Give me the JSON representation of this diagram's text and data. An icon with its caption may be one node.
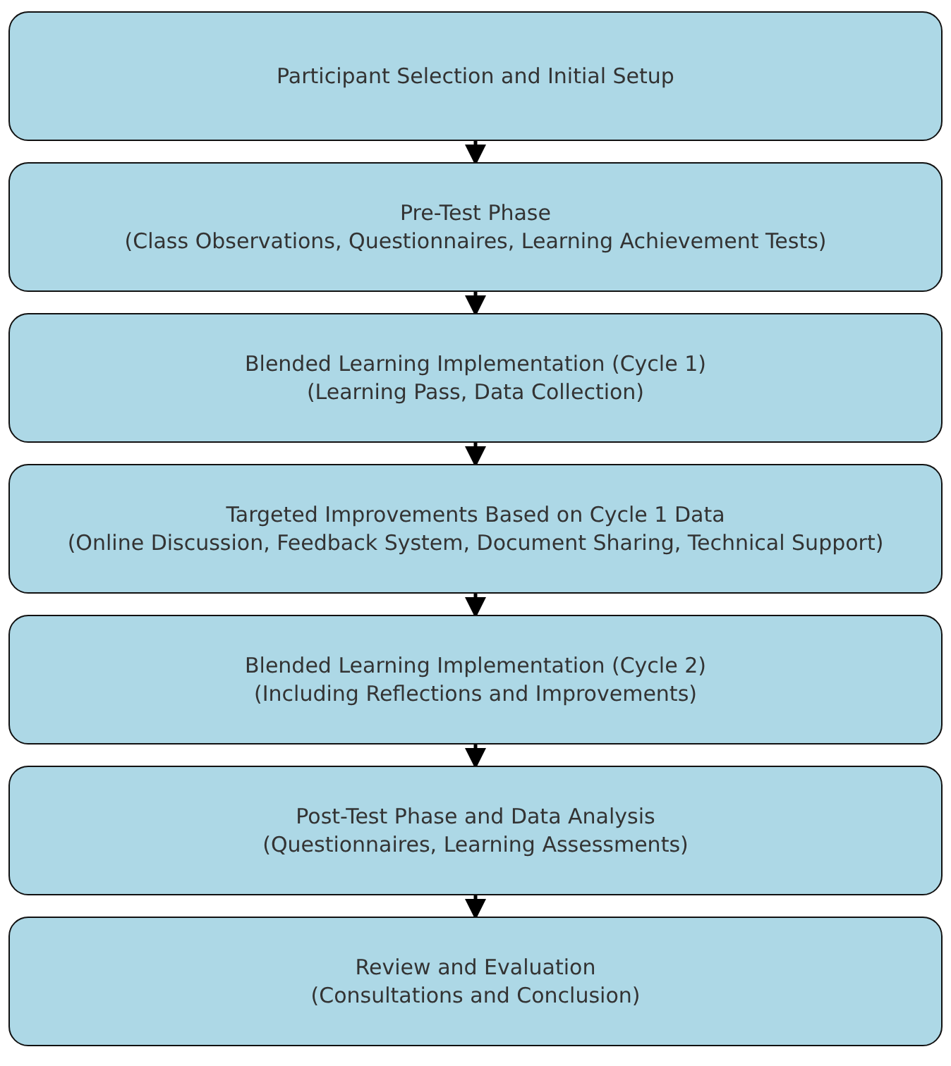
{
  "diagram": {
    "nodes": [
      {
        "text": [
          "Participant Selection and Initial Setup"
        ]
      },
      {
        "text": [
          "Pre-Test Phase",
          "(Class Observations, Questionnaires, Learning Achievement Tests)"
        ]
      },
      {
        "text": [
          "Blended Learning Implementation (Cycle 1)",
          "(Learning Pass, Data Collection)"
        ]
      },
      {
        "text": [
          "Targeted Improvements Based on Cycle 1 Data",
          "(Online Discussion, Feedback System, Document Sharing, Technical Support)"
        ]
      },
      {
        "text": [
          "Blended Learning Implementation (Cycle 2)",
          "(Including Reflections and Improvements)"
        ]
      },
      {
        "text": [
          "Post-Test Phase and Data Analysis",
          "(Questionnaires, Learning Assessments)"
        ]
      },
      {
        "text": [
          "Review and Evaluation",
          "(Consultations and Conclusion)"
        ]
      }
    ],
    "edges": [
      {
        "from": 0,
        "to": 1,
        "arrow": "to"
      },
      {
        "from": 1,
        "to": 2,
        "arrow": "to"
      },
      {
        "from": 2,
        "to": 3,
        "arrow": "to"
      },
      {
        "from": 3,
        "to": 4,
        "arrow": "to"
      },
      {
        "from": 4,
        "to": 5,
        "arrow": "to"
      },
      {
        "from": 5,
        "to": 6,
        "arrow": "to"
      }
    ]
  }
}
